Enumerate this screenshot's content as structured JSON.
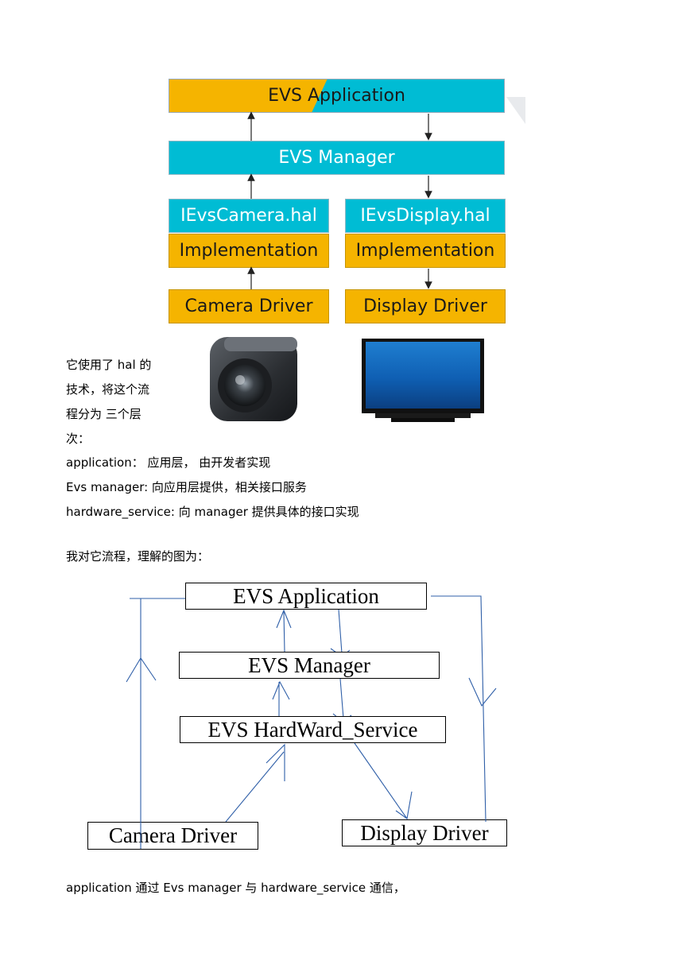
{
  "figure": {
    "app": "EVS Application",
    "manager": "EVS Manager",
    "camera_hal": "IEvsCamera.hal",
    "display_hal": "IEvsDisplay.hal",
    "camera_impl": "Implementation",
    "display_impl": "Implementation",
    "camera_driver": "Camera Driver",
    "display_driver": "Display Driver",
    "colors": {
      "cyan": "#00bcd4",
      "amber": "#f5b400"
    }
  },
  "text": {
    "intro_lines": [
      "它使用了 hal 的",
      "技术，将这个流",
      "程分为 三个层",
      "次："
    ],
    "layer_app": "application： 应用层， 由开发者实现",
    "layer_mgr": "Evs manager:  向应用层提供，相关接口服务",
    "layer_hw": "hardware_service:  向 manager 提供具体的接口实现",
    "diagram_intro": "我对它流程，理解的图为：",
    "footer": "application  通过 Evs manager 与 hardware_service 通信，"
  },
  "diagram": {
    "app": "EVS  Application",
    "manager": "EVS Manager",
    "service": "EVS  HardWard_Service",
    "camera_driver": "Camera Driver",
    "display_driver": "Display Driver",
    "line_color": "#2f5fa8"
  }
}
